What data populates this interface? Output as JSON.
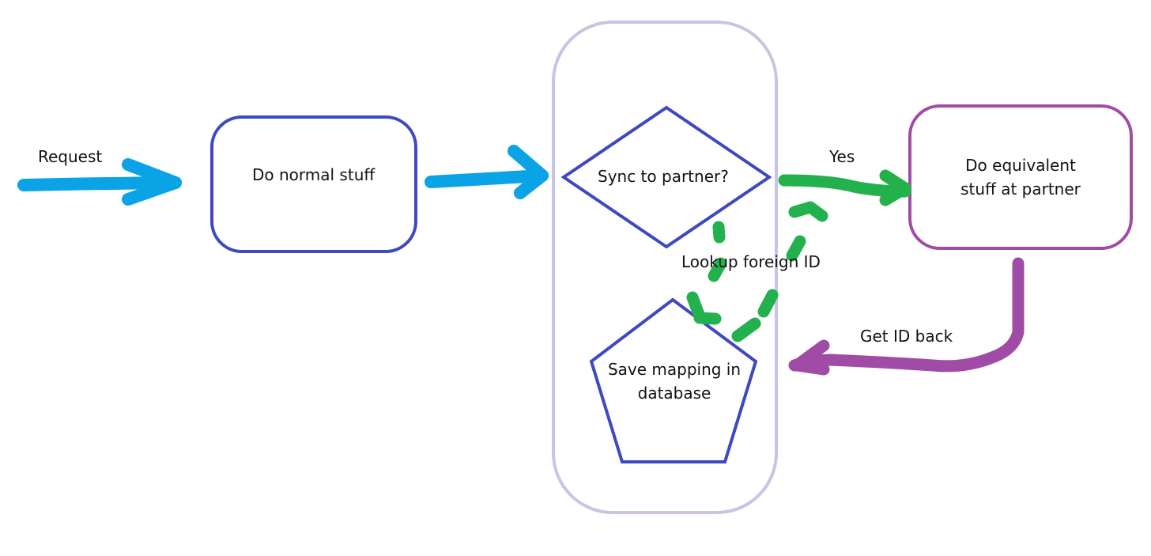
{
  "diagram": {
    "colors": {
      "flow_blue": "#0aa3e6",
      "shape_blue": "#3f48c0",
      "yes_green": "#22b14c",
      "partner_purple": "#a04ca6",
      "container_lavender": "#c8c4e4"
    },
    "nodes": {
      "normal": {
        "label": "Do normal stuff",
        "shape": "rounded-rectangle"
      },
      "decision": {
        "label": "Sync to partner?",
        "shape": "diamond"
      },
      "save": {
        "label_line1": "Save mapping in",
        "label_line2": "database",
        "shape": "pentagon"
      },
      "partner": {
        "label_line1": "Do equivalent",
        "label_line2": "stuff at partner",
        "shape": "rounded-rectangle"
      },
      "container": {
        "shape": "rounded-rectangle"
      }
    },
    "edges": {
      "request": {
        "label": "Request",
        "from": "start",
        "to": "normal"
      },
      "normal_to_decision": {
        "label": "",
        "from": "normal",
        "to": "decision"
      },
      "yes": {
        "label": "Yes",
        "from": "decision",
        "to": "partner"
      },
      "lookup": {
        "label": "Lookup foreign ID",
        "from": "decision",
        "to": "save",
        "style": "dashed"
      },
      "get_id_back": {
        "label": "Get ID back",
        "from": "partner",
        "to": "container"
      }
    }
  }
}
